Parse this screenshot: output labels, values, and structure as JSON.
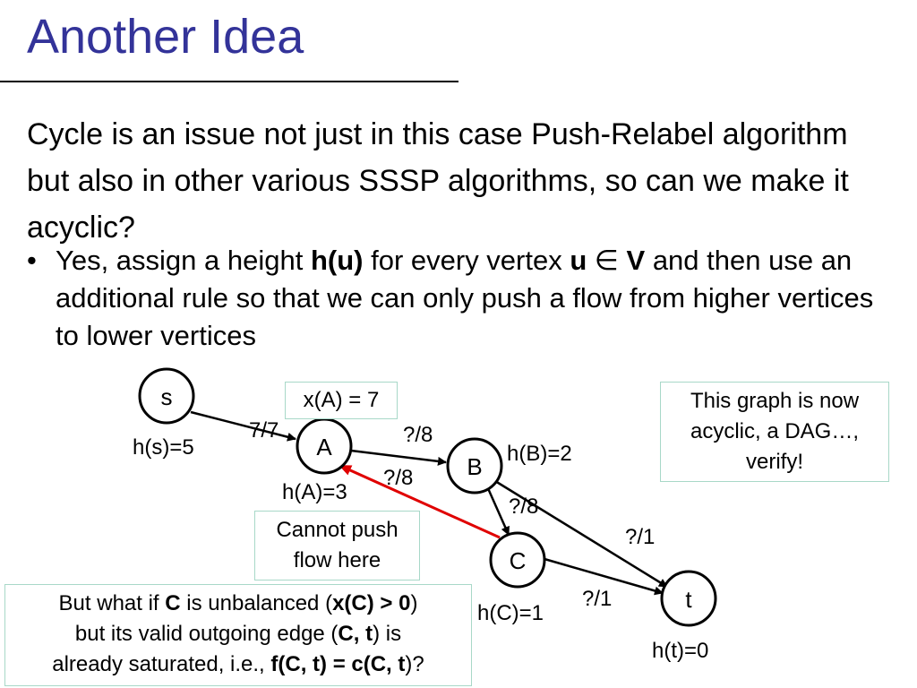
{
  "slide": {
    "title": "Another Idea",
    "body": "Cycle is an issue not just in this case Push-Relabel algorithm but also in other various SSSP algorithms, so can we make it acyclic?",
    "bullet": {
      "marker": "•",
      "part1": "Yes, assign a height ",
      "hu": "h(u)",
      "part2": " for every vertex ",
      "u": "u",
      "in_symbol": " ∈ ",
      "V": "V",
      "part3": " and then use an additional rule so that we can only push a flow from higher vertices to lower vertices"
    }
  },
  "graph": {
    "nodes": {
      "s": {
        "label": "s",
        "height_label": "h(s)=5"
      },
      "A": {
        "label": "A",
        "height_label": "h(A)=3"
      },
      "B": {
        "label": "B",
        "height_label": "h(B)=2"
      },
      "C": {
        "label": "C",
        "height_label": "h(C)=1"
      },
      "t": {
        "label": "t",
        "height_label": "h(t)=0"
      }
    },
    "edges": {
      "sA": "7/7",
      "AB": "?/8",
      "CA": "?/8",
      "BC": "?/8",
      "Bt": "?/1",
      "Ct": "?/1"
    },
    "colors": {
      "blocked_edge": "#e00000",
      "edge": "#000000"
    }
  },
  "boxes": {
    "excess": "x(A) = 7",
    "dag_note": [
      "This graph is now",
      "acyclic, a DAG…,",
      "verify!"
    ],
    "cannot_push": [
      "Cannot push",
      "flow here"
    ],
    "question": {
      "l1a": "But what if ",
      "l1b": "C",
      "l1c": " is unbalanced (",
      "l1d": "x(C) > 0",
      "l1e": ")",
      "l2a": "but its valid outgoing edge (",
      "l2b": "C, t",
      "l2c": ") is",
      "l3a": "already saturated, i.e., ",
      "l3b": "f(C, t) = c(C, t",
      "l3c": ")?"
    }
  }
}
